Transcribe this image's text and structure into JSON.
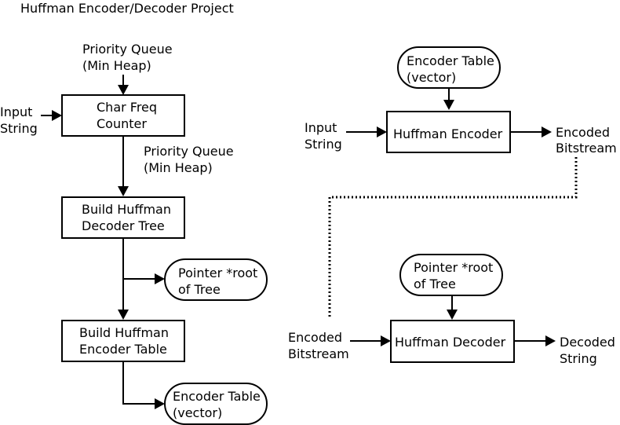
{
  "title": "Huffman Encoder/Decoder Project",
  "left": {
    "pq_top": [
      "Priority Queue",
      "(Min Heap)"
    ],
    "input_string": [
      "Input",
      "String"
    ],
    "char_freq": [
      "Char Freq",
      "Counter"
    ],
    "pq_mid": [
      "Priority Queue",
      "(Min Heap)"
    ],
    "build_tree": [
      "Build Huffman",
      "Decoder Tree"
    ],
    "pointer_root": [
      "Pointer *root",
      "of Tree"
    ],
    "build_table": [
      "Build Huffman",
      "Encoder Table"
    ],
    "encoder_table": [
      "Encoder Table",
      "(vector)"
    ]
  },
  "right": {
    "encoder_table": [
      "Encoder Table",
      "(vector)"
    ],
    "input_string": [
      "Input",
      "String"
    ],
    "huffman_encoder": "Huffman Encoder",
    "encoded_bitstream_out": [
      "Encoded",
      "Bitstream"
    ],
    "pointer_root": [
      "Pointer *root",
      "of Tree"
    ],
    "encoded_bitstream_in": [
      "Encoded",
      "Bitstream"
    ],
    "huffman_decoder": "Huffman Decoder",
    "decoded_string": [
      "Decoded",
      "String"
    ]
  }
}
